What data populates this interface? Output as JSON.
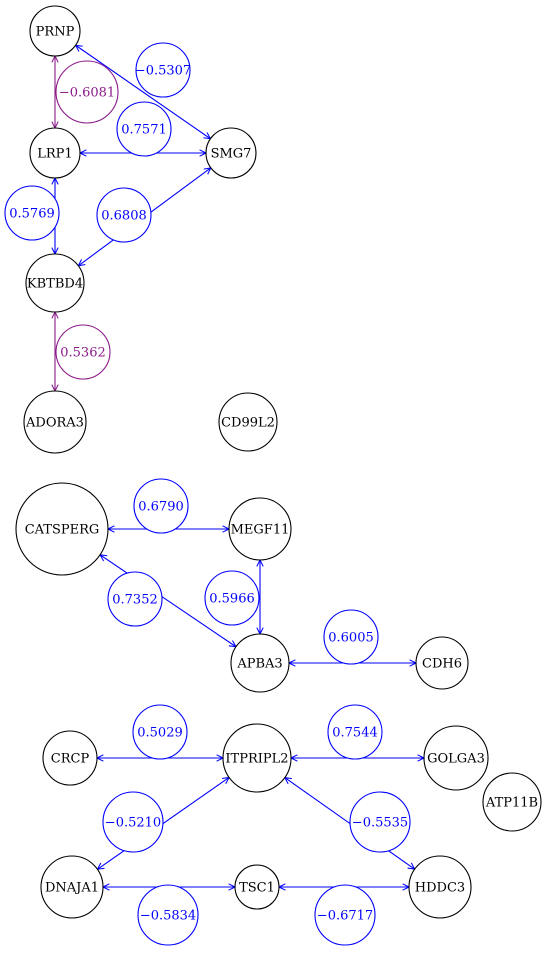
{
  "colors": {
    "positive": "#0000ff",
    "highlight": "#8b1a89",
    "node_stroke": "#000000"
  },
  "nodes": [
    {
      "id": "PRNP",
      "label": "PRNP"
    },
    {
      "id": "LRP1",
      "label": "LRP1"
    },
    {
      "id": "SMG7",
      "label": "SMG7"
    },
    {
      "id": "KBTBD4",
      "label": "KBTBD4"
    },
    {
      "id": "ADORA3",
      "label": "ADORA3"
    },
    {
      "id": "CD99L2",
      "label": "CD99L2"
    },
    {
      "id": "CATSPERG",
      "label": "CATSPERG"
    },
    {
      "id": "MEGF11",
      "label": "MEGF11"
    },
    {
      "id": "APBA3",
      "label": "APBA3"
    },
    {
      "id": "CDH6",
      "label": "CDH6"
    },
    {
      "id": "CRCP",
      "label": "CRCP"
    },
    {
      "id": "ITPRIPL2",
      "label": "ITPRIPL2"
    },
    {
      "id": "GOLGA3",
      "label": "GOLGA3"
    },
    {
      "id": "ATP11B",
      "label": "ATP11B"
    },
    {
      "id": "DNAJA1",
      "label": "DNAJA1"
    },
    {
      "id": "TSC1",
      "label": "TSC1"
    },
    {
      "id": "HDDC3",
      "label": "HDDC3"
    }
  ],
  "edges": [
    {
      "source": "PRNP",
      "target": "SMG7",
      "weight": "−0.5307",
      "color": "positive"
    },
    {
      "source": "PRNP",
      "target": "LRP1",
      "weight": "−0.6081",
      "color": "highlight"
    },
    {
      "source": "LRP1",
      "target": "SMG7",
      "weight": "0.7571",
      "color": "positive"
    },
    {
      "source": "LRP1",
      "target": "KBTBD4",
      "weight": "0.5769",
      "color": "positive"
    },
    {
      "source": "SMG7",
      "target": "KBTBD4",
      "weight": "0.6808",
      "color": "positive"
    },
    {
      "source": "KBTBD4",
      "target": "ADORA3",
      "weight": "0.5362",
      "color": "highlight"
    },
    {
      "source": "CATSPERG",
      "target": "MEGF11",
      "weight": "0.6790",
      "color": "positive"
    },
    {
      "source": "CATSPERG",
      "target": "APBA3",
      "weight": "0.7352",
      "color": "positive"
    },
    {
      "source": "MEGF11",
      "target": "APBA3",
      "weight": "0.5966",
      "color": "positive"
    },
    {
      "source": "APBA3",
      "target": "CDH6",
      "weight": "0.6005",
      "color": "positive"
    },
    {
      "source": "CRCP",
      "target": "ITPRIPL2",
      "weight": "0.5029",
      "color": "positive"
    },
    {
      "source": "ITPRIPL2",
      "target": "GOLGA3",
      "weight": "0.7544",
      "color": "positive"
    },
    {
      "source": "ITPRIPL2",
      "target": "DNAJA1",
      "weight": "−0.5210",
      "color": "positive"
    },
    {
      "source": "ITPRIPL2",
      "target": "HDDC3",
      "weight": "−0.5535",
      "color": "positive"
    },
    {
      "source": "DNAJA1",
      "target": "TSC1",
      "weight": "−0.5834",
      "color": "positive"
    },
    {
      "source": "TSC1",
      "target": "HDDC3",
      "weight": "−0.6717",
      "color": "positive"
    }
  ]
}
